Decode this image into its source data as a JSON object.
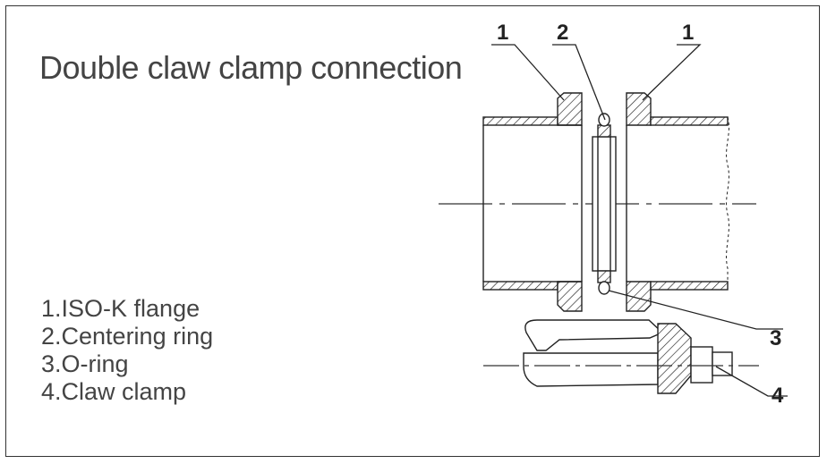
{
  "title": "Double claw clamp connection",
  "legend": [
    {
      "number": "1",
      "text": "1.ISO-K flange"
    },
    {
      "number": "2",
      "text": "2.Centering ring"
    },
    {
      "number": "3",
      "text": "3.O-ring"
    },
    {
      "number": "4",
      "text": "4.Claw clamp"
    }
  ],
  "callouts": {
    "flange_left": "1",
    "centering_ring": "2",
    "flange_right": "1",
    "o_ring": "3",
    "claw_clamp": "4"
  }
}
